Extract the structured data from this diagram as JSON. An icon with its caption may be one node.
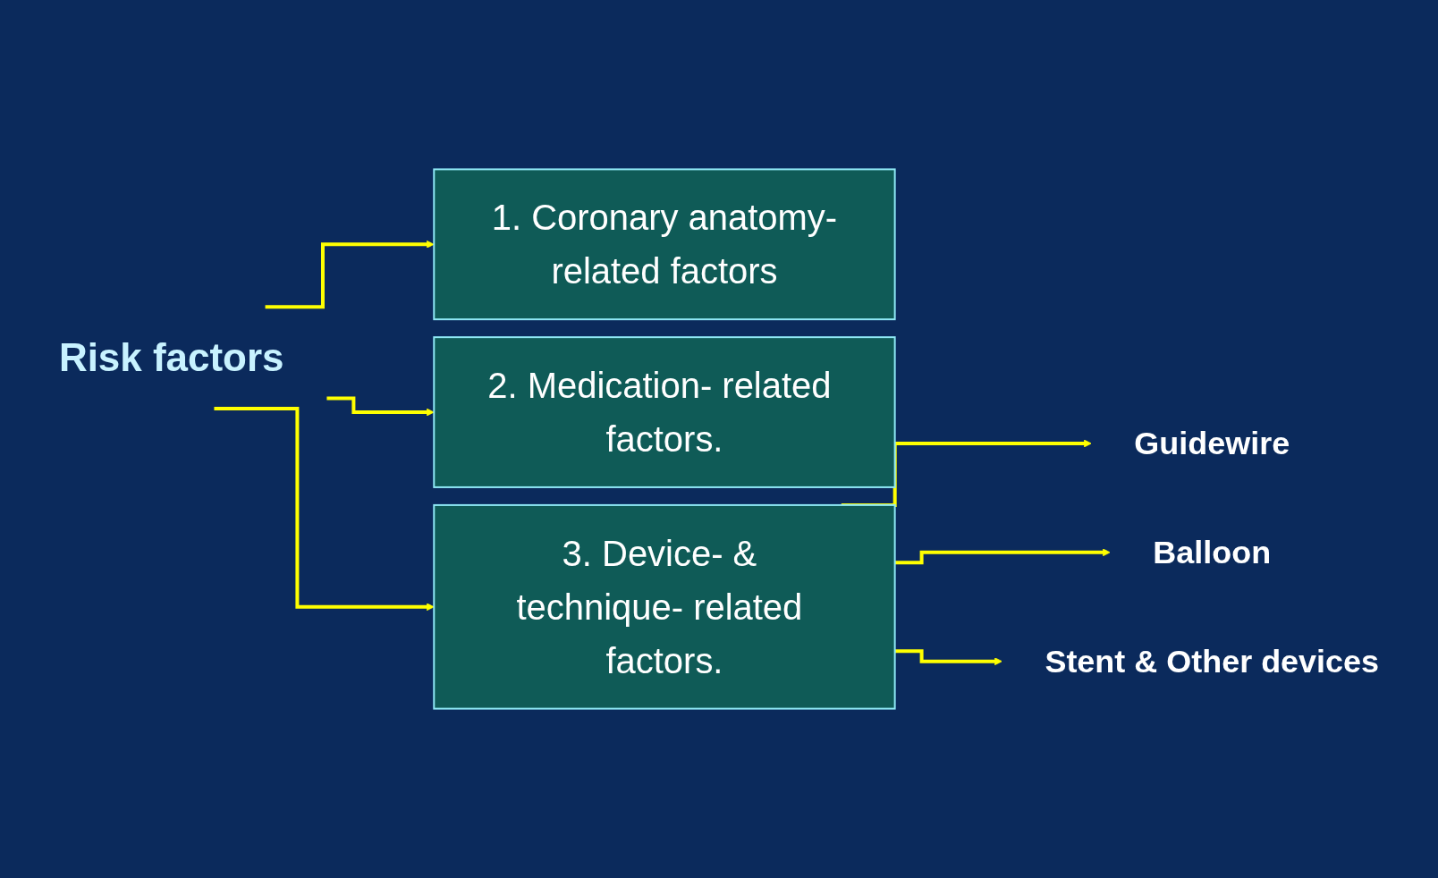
{
  "diagram": {
    "nodes": [
      {
        "text": [
          "Risk factors"
        ]
      },
      {
        "text": [
          "1. Coronary anatomy-related factors"
        ]
      },
      {
        "text": [
          "2. Medication- related factors."
        ]
      },
      {
        "text": [
          "3. Device- & technique- related factors."
        ]
      },
      {
        "text": [
          "Guidewire"
        ]
      },
      {
        "text": [
          "Balloon"
        ]
      },
      {
        "text": [
          "Stent & Other devices"
        ]
      }
    ],
    "edges": [
      {
        "from": 0,
        "to": 1,
        "arrow": "to"
      },
      {
        "from": 0,
        "to": 2,
        "arrow": "to"
      },
      {
        "from": 0,
        "to": 3,
        "arrow": "to"
      },
      {
        "from": 3,
        "to": 4,
        "arrow": "to"
      },
      {
        "from": 3,
        "to": 5,
        "arrow": "to"
      },
      {
        "from": 3,
        "to": 6,
        "arrow": "to"
      }
    ]
  }
}
